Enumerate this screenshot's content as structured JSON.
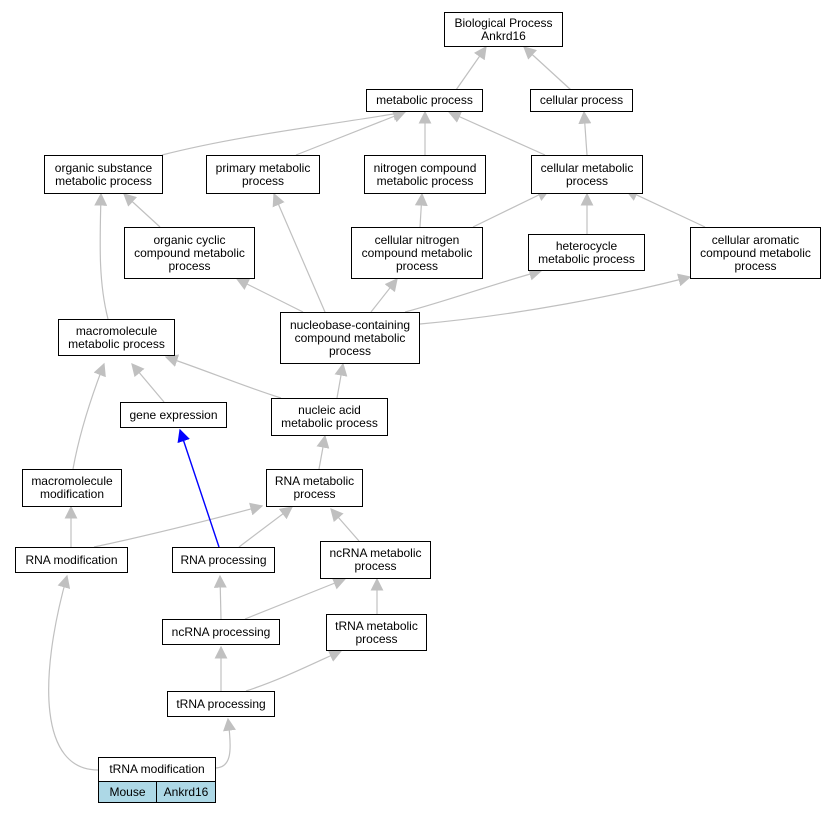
{
  "nodes": {
    "bp": "Biological Process\nAnkrd16",
    "metabolic": "metabolic process",
    "cellular": "cellular process",
    "organic_substance": "organic substance\nmetabolic process",
    "primary": "primary metabolic\nprocess",
    "nitrogen": "nitrogen compound\nmetabolic process",
    "cellular_metabolic": "cellular metabolic\nprocess",
    "organic_cyclic": "organic cyclic\ncompound metabolic\nprocess",
    "cellular_nitrogen": "cellular nitrogen\ncompound metabolic\nprocess",
    "heterocycle": "heterocycle\nmetabolic process",
    "cellular_aromatic": "cellular aromatic\ncompound metabolic\nprocess",
    "macromolecule": "macromolecule\nmetabolic process",
    "nucleobase": "nucleobase-containing\ncompound metabolic\nprocess",
    "gene_expression": "gene expression",
    "nucleic_acid": "nucleic acid\nmetabolic process",
    "macro_mod": "macromolecule\nmodification",
    "rna_metabolic": "RNA metabolic\nprocess",
    "rna_mod": "RNA modification",
    "rna_processing": "RNA processing",
    "ncrna_metabolic": "ncRNA metabolic\nprocess",
    "ncrna_processing": "ncRNA processing",
    "trna_metabolic": "tRNA metabolic\nprocess",
    "trna_processing": "tRNA processing",
    "trna_mod": "tRNA modification"
  },
  "legend": {
    "species": "Mouse",
    "gene": "Ankrd16"
  },
  "colors": {
    "edge": "#c0c0c0",
    "highlight_edge": "#0000ff",
    "legend_fill": "#add8e6"
  }
}
